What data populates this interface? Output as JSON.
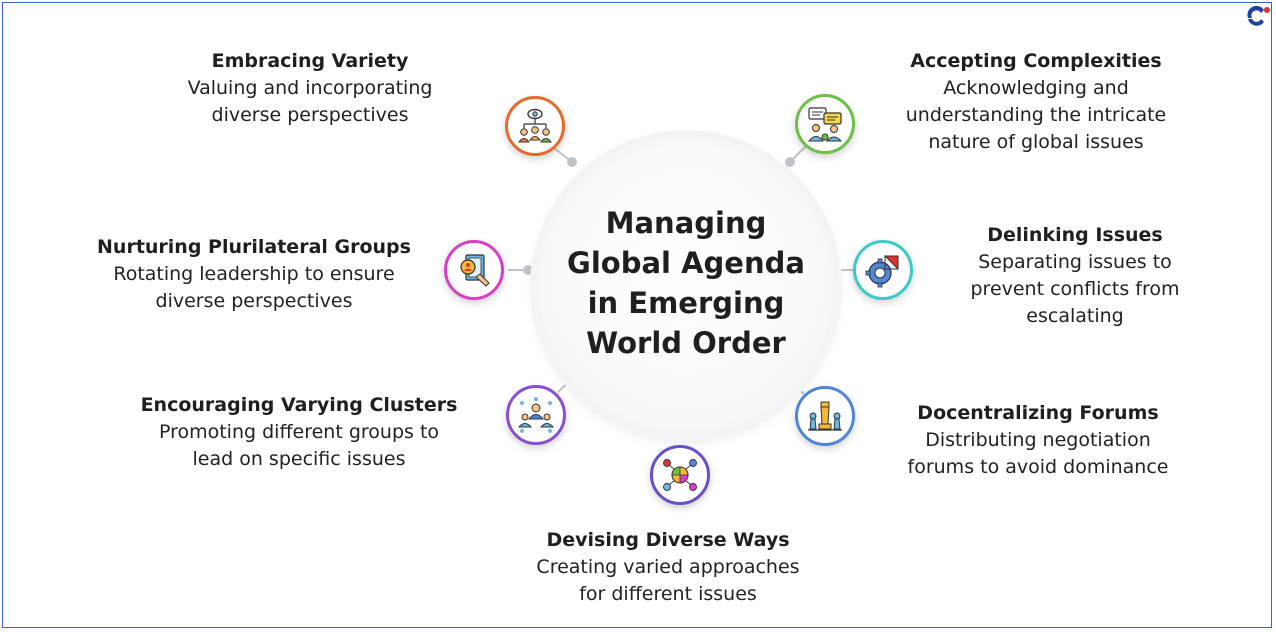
{
  "center": {
    "title_lines": [
      "Managing",
      "Global Agenda",
      "in Emerging",
      "World Order"
    ]
  },
  "nodes": [
    {
      "title": "Embracing Variety",
      "desc_lines": [
        "Valuing and incorporating",
        "diverse perspectives"
      ],
      "color": "#e8692c",
      "icon": "people-network-icon"
    },
    {
      "title": "Accepting Complexities",
      "desc_lines": [
        "Acknowledging and",
        "understanding the intricate",
        "nature of global issues"
      ],
      "color": "#6ec046",
      "icon": "discussion-icon"
    },
    {
      "title": "Nurturing Plurilateral Groups",
      "desc_lines": [
        "Rotating leadership to ensure",
        "diverse perspectives"
      ],
      "color": "#d63fc7",
      "icon": "leadership-document-icon"
    },
    {
      "title": "Delinking Issues",
      "desc_lines": [
        "Separating issues to",
        "prevent conflicts from",
        "escalating"
      ],
      "color": "#3cc9c9",
      "icon": "gear-chart-icon"
    },
    {
      "title": "Encouraging Varying Clusters",
      "desc_lines": [
        "Promoting different groups to",
        "lead on specific issues"
      ],
      "color": "#8a4fd0",
      "icon": "team-cluster-icon"
    },
    {
      "title": "Docentralizing Forums",
      "desc_lines": [
        "Distributing negotiation",
        "forums to avoid dominance"
      ],
      "color": "#4f86d8",
      "icon": "chess-pieces-icon"
    },
    {
      "title": "Devising Diverse Ways",
      "desc_lines": [
        "Creating varied approaches",
        "for different issues"
      ],
      "color": "#6a4fc8",
      "icon": "puzzle-network-icon"
    }
  ],
  "colors": {
    "frame_border": "#3d5fd8",
    "connector": "#bfc4ca",
    "text": "#1f1f1f"
  },
  "logo": {
    "icon": "brand-logo-icon",
    "colors": [
      "#1c3fa8",
      "#e0312f"
    ]
  }
}
